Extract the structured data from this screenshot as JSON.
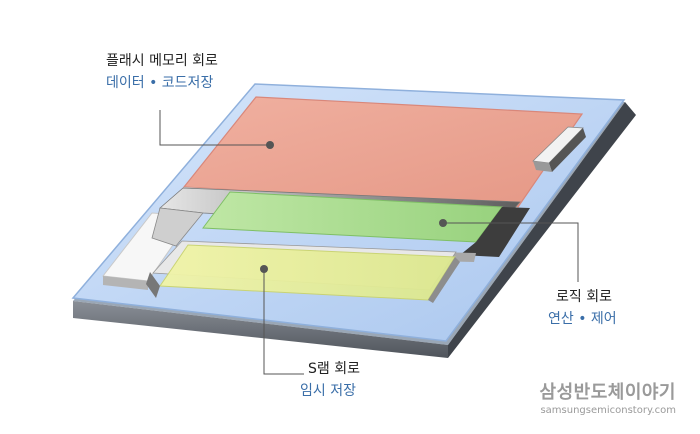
{
  "labels": {
    "flash": {
      "title": "플래시 메모리 회로",
      "subtitle": "데이터 • 코드저장"
    },
    "logic": {
      "title": "로직 회로",
      "subtitle": "연산 • 제어"
    },
    "sram": {
      "title": "S램 회로",
      "subtitle": "임시 저장"
    }
  },
  "brand": {
    "name": "삼성반도체이야기",
    "url": "samsungsemiconstory.com"
  },
  "colors": {
    "flash_block": "#e9a191",
    "logic_block": "#a6dc8e",
    "sram_block": "#e4ec9a",
    "board": "#b8d2f2",
    "leader_line": "#555555",
    "subtitle_text": "#3a6ea8"
  }
}
